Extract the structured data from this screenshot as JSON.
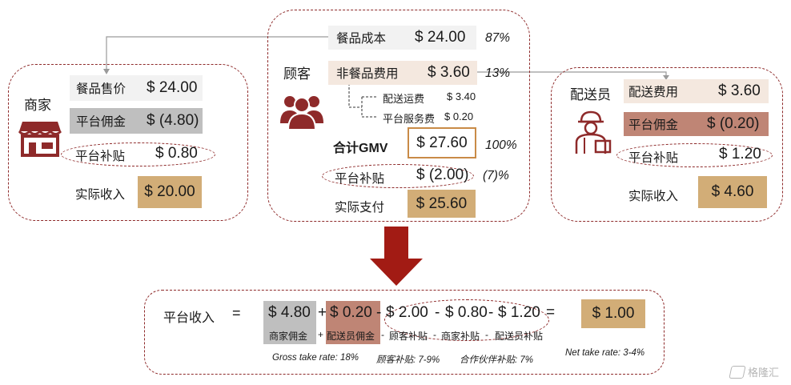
{
  "merchant": {
    "title": "商家",
    "food_price_label": "餐品售价",
    "food_price_value": "$ 24.00",
    "commission_label": "平台佣金",
    "commission_value": "$ (4.80)",
    "subsidy_label": "平台补贴",
    "subsidy_value": "$ 0.80",
    "income_label": "实际收入",
    "income_value": "$ 20.00"
  },
  "customer": {
    "title": "顾客",
    "food_cost_label": "餐品成本",
    "food_cost_value": "$ 24.00",
    "food_cost_pct": "87%",
    "nonfood_label": "非餐品费用",
    "nonfood_value": "$ 3.60",
    "nonfood_pct": "13%",
    "delivery_fee_label": "配送运费",
    "delivery_fee_value": "$ 3.40",
    "service_fee_label": "平台服务费",
    "service_fee_value": "$ 0.20",
    "gmv_label": "合计GMV",
    "gmv_value": "$ 27.60",
    "gmv_pct": "100%",
    "subsidy_label": "平台补贴",
    "subsidy_value": "$ (2.00)",
    "subsidy_pct": "(7)%",
    "paid_label": "实际支付",
    "paid_value": "$ 25.60"
  },
  "courier": {
    "title": "配送员",
    "fee_label": "配送费用",
    "fee_value": "$ 3.60",
    "commission_label": "平台佣金",
    "commission_value": "$ (0.20)",
    "subsidy_label": "平台补贴",
    "subsidy_value": "$ 1.20",
    "income_label": "实际收入",
    "income_value": "$ 4.60"
  },
  "platform": {
    "label": "平台收入",
    "eq": "=",
    "t1": "$ 4.80",
    "op1": "+",
    "t2": "$ 0.20",
    "op2": "-",
    "t3": "$ 2.00",
    "op3": "-",
    "t4": "$ 0.80",
    "op4": "-",
    "t5": "$ 1.20",
    "eq2": "=",
    "result": "$ 1.00",
    "sub1": "商家佣金",
    "subop1": "+",
    "sub2": "配送员佣金",
    "subop2": "-",
    "sub3": "顾客补贴",
    "subop3": "-",
    "sub4": "商家补贴",
    "subop4": "-",
    "sub5": "配送员补贴",
    "note1": "Gross take rate: 18%",
    "note2": "顾客补贴: 7-9%",
    "note3": "合作伙伴补贴: 7%",
    "note4": "Net take rate: 3-4%"
  },
  "watermark": "格隆汇",
  "colors": {
    "accent": "#8e2a2a",
    "tan": "#d2ad77",
    "grey": "#bfbfbf",
    "beige": "#f4e8df",
    "rust": "#bf8575"
  }
}
